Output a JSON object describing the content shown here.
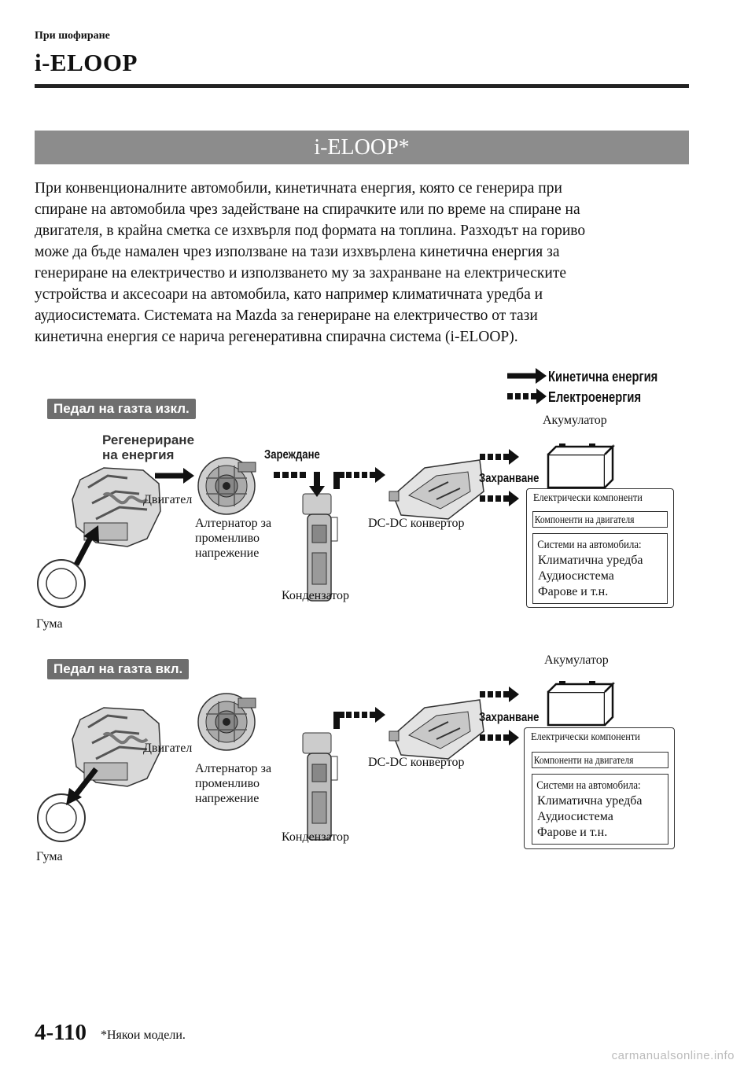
{
  "header": {
    "breadcrumb": "При шофиране",
    "section_title": "i-ELOOP"
  },
  "title_banner": "i-ELOOP*",
  "intro_lines": [
    "При конвенционалните автомобили, кинетичната енергия, която се генерира при",
    "спиране на автомобила чрез задействане на спирачките или по време на спиране на",
    "двигателя, в крайна сметка се изхвърля под формата на топлина. Разходът на гориво",
    "може да бъде намален чрез използване на тази изхвърлена кинетична енергия за",
    "генериране на електричество и използването му за захранване на електрическите",
    "устройства и аксесоари на автомобила, като например климатичната уредба и",
    "аудиосистемата. Системата на Mazda за генериране на електричество от тази",
    "кинетична енергия се нарича регенеративна спирачна система (i-ELOOP)."
  ],
  "legend": {
    "kinetic": "Кинетична енергия",
    "electric": "Електроенергия"
  },
  "diagram_off": {
    "state_label": "Педал на газта изкл.",
    "regeneration": "Регенериране на енергия",
    "charging": "Зареждане",
    "supply": "Захранване",
    "engine": "Двигател",
    "alternator": "Алтернатор за променливо напрежение",
    "capacitor": "Кондензатор",
    "converter": "DC-DC конвертор",
    "battery": "Акумулатор",
    "tire": "Гума",
    "components_title": "Електрически компоненти",
    "engine_components": "Компоненти на двигателя",
    "vehicle_systems_title": "Системи на автомобила:",
    "vehicle_systems": [
      "Климатична уредба",
      "Аудиосистема",
      "Фарове и т.н."
    ]
  },
  "diagram_on": {
    "state_label": "Педал на газта вкл.",
    "supply": "Захранване",
    "engine": "Двигател",
    "alternator": "Алтернатор за променливо напрежение",
    "capacitor": "Кондензатор",
    "converter": "DC-DC конвертор",
    "battery": "Акумулатор",
    "tire": "Гума",
    "components_title": "Електрически компоненти",
    "engine_components": "Компоненти на двигателя",
    "vehicle_systems_title": "Системи на автомобила:",
    "vehicle_systems": [
      "Климатична уредба",
      "Аудиосистема",
      "Фарове и т.н."
    ]
  },
  "footer": {
    "page_number": "4-110",
    "note": "*Някои модели."
  },
  "watermark": "carmanualsonline.info"
}
